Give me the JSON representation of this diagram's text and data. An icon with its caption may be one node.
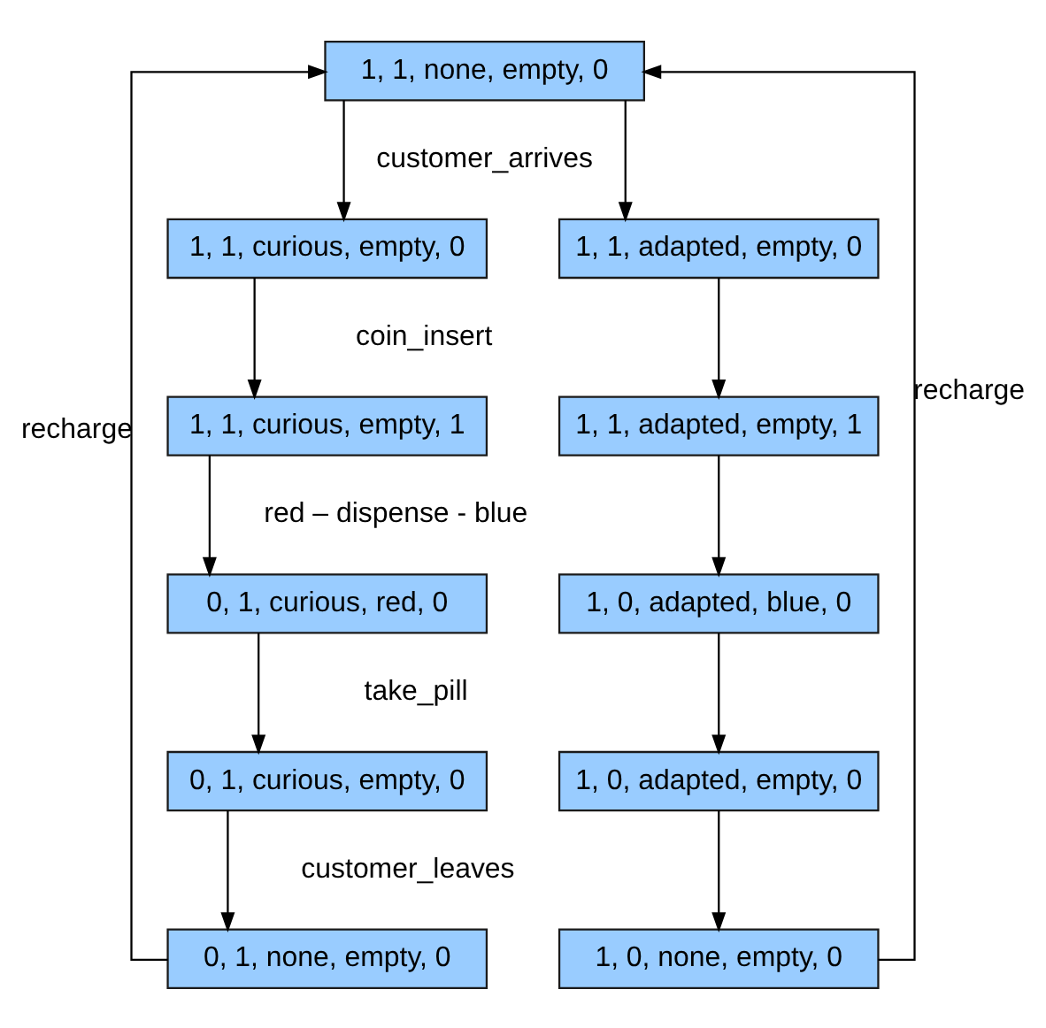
{
  "diagram": {
    "nodes": [
      {
        "text": [
          "1, 1, none, empty, 0"
        ]
      },
      {
        "text": [
          "1, 1, curious, empty, 0"
        ]
      },
      {
        "text": [
          "1, 1, adapted, empty, 0"
        ]
      },
      {
        "text": [
          "1, 1, curious, empty, 1"
        ]
      },
      {
        "text": [
          "1, 1, adapted, empty, 1"
        ]
      },
      {
        "text": [
          "0, 1, curious, red, 0"
        ]
      },
      {
        "text": [
          "1, 0, adapted, blue, 0"
        ]
      },
      {
        "text": [
          "0, 1, curious, empty, 0"
        ]
      },
      {
        "text": [
          "1, 0, adapted, empty, 0"
        ]
      },
      {
        "text": [
          "0, 1, none, empty, 0"
        ]
      },
      {
        "text": [
          "1, 0, none, empty, 0"
        ]
      }
    ],
    "edges": [
      {
        "from": 0,
        "to": 1,
        "arrow": "to"
      },
      {
        "from": 0,
        "to": 2,
        "arrow": "to"
      },
      {
        "from": 1,
        "to": 3,
        "arrow": "to"
      },
      {
        "from": 2,
        "to": 4,
        "arrow": "to"
      },
      {
        "from": 3,
        "to": 5,
        "arrow": "to"
      },
      {
        "from": 4,
        "to": 6,
        "arrow": "to"
      },
      {
        "from": 5,
        "to": 7,
        "arrow": "to"
      },
      {
        "from": 6,
        "to": 8,
        "arrow": "to"
      },
      {
        "from": 7,
        "to": 9,
        "arrow": "to"
      },
      {
        "from": 8,
        "to": 10,
        "arrow": "to"
      },
      {
        "from": 9,
        "to": 0,
        "arrow": "to",
        "label": "recharge"
      },
      {
        "from": 10,
        "to": 0,
        "arrow": "to",
        "label": "recharge"
      }
    ],
    "labels": [
      "customer_arrives",
      "coin_insert",
      "red – dispense - blue",
      "take_pill",
      "customer_leaves"
    ]
  }
}
